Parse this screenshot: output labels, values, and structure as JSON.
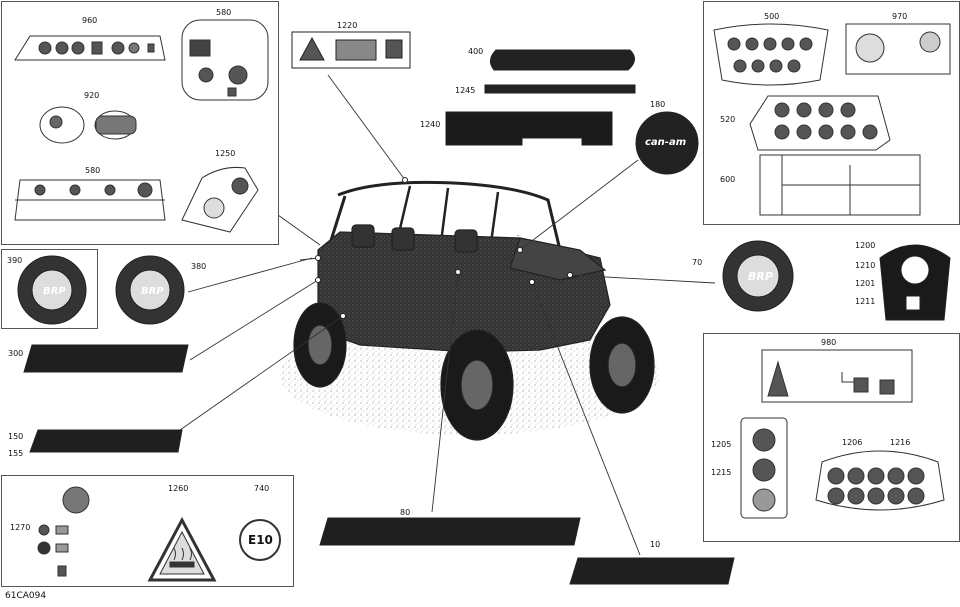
{
  "parts": {
    "p960a": "960",
    "p580a": "580",
    "p920": "920",
    "p1250": "1250",
    "p580b": "580",
    "p1220": "1220",
    "p400": "400",
    "p1245": "1245",
    "p1240": "1240",
    "p180": "180",
    "p500": "500",
    "p970": "970",
    "p520": "520",
    "p600": "600",
    "p390": "390",
    "p380": "380",
    "p300": "300",
    "p150": "150",
    "p155": "155",
    "p70": "70",
    "p1200": "1200",
    "p1210": "1210",
    "p1201": "1201",
    "p1211": "1211",
    "p980": "980",
    "p1205": "1205",
    "p1215": "1215",
    "p1206": "1206",
    "p1216": "1216",
    "p1270": "1270",
    "p1260": "1260",
    "p740": "740",
    "p80": "80",
    "p10": "10"
  },
  "texts": {
    "brp_a": "BRP",
    "brp_b": "BRP",
    "brp_c": "BRP",
    "canam_round": "can-am",
    "e10": "E10",
    "diagram_code": "61CA094"
  },
  "colors": {
    "line": "#333333",
    "decal_dark": "#2a2a2a",
    "decal_mid": "#555555",
    "panel_border": "#555555"
  }
}
